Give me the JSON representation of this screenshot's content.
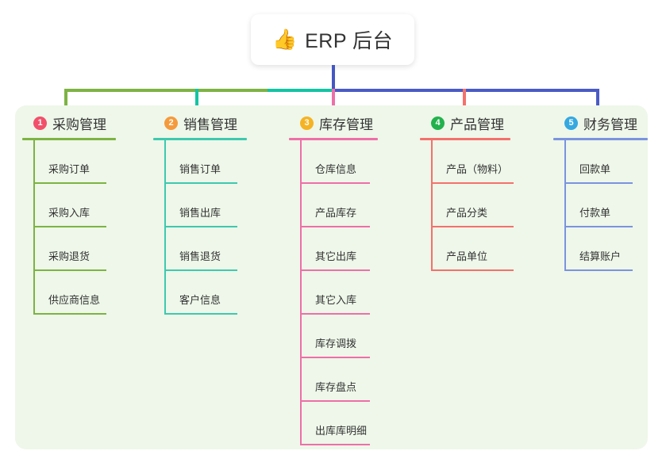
{
  "root": {
    "icon": "thumbs-up-icon",
    "icon_glyph": "👍",
    "title": "ERP 后台"
  },
  "panel": {
    "background_color": "#eef7e9"
  },
  "connectors": {
    "stem_color": "#4457c2",
    "bar_left_color": "#7cb342",
    "bar_mid_color": "#13c4a3",
    "bar_right_color": "#4a5bc6"
  },
  "columns": [
    {
      "number": "1",
      "title": "采购管理",
      "badge_color": "#f2506a",
      "line_color": "#7cb342",
      "items": [
        {
          "label": "采购订单"
        },
        {
          "label": "采购入库"
        },
        {
          "label": "采购退货"
        },
        {
          "label": "供应商信息"
        }
      ]
    },
    {
      "number": "2",
      "title": "销售管理",
      "badge_color": "#f59a3c",
      "line_color": "#3ec9b0",
      "items": [
        {
          "label": "销售订单"
        },
        {
          "label": "销售出库"
        },
        {
          "label": "销售退货"
        },
        {
          "label": "客户信息"
        }
      ]
    },
    {
      "number": "3",
      "title": "库存管理",
      "badge_color": "#f5b324",
      "line_color": "#ee6fa8",
      "items": [
        {
          "label": "仓库信息"
        },
        {
          "label": "产品库存"
        },
        {
          "label": "其它出库"
        },
        {
          "label": "其它入库"
        },
        {
          "label": "库存调拨"
        },
        {
          "label": "库存盘点"
        },
        {
          "label": "出库库明细"
        }
      ]
    },
    {
      "number": "4",
      "title": "产品管理",
      "badge_color": "#22b24c",
      "line_color": "#f4716c",
      "items": [
        {
          "label": "产品（物料）"
        },
        {
          "label": "产品分类"
        },
        {
          "label": "产品单位"
        }
      ]
    },
    {
      "number": "5",
      "title": "财务管理",
      "badge_color": "#35a8e0",
      "line_color": "#7b93e0",
      "items": [
        {
          "label": "回款单"
        },
        {
          "label": "付款单"
        },
        {
          "label": "结算账户"
        }
      ]
    }
  ]
}
